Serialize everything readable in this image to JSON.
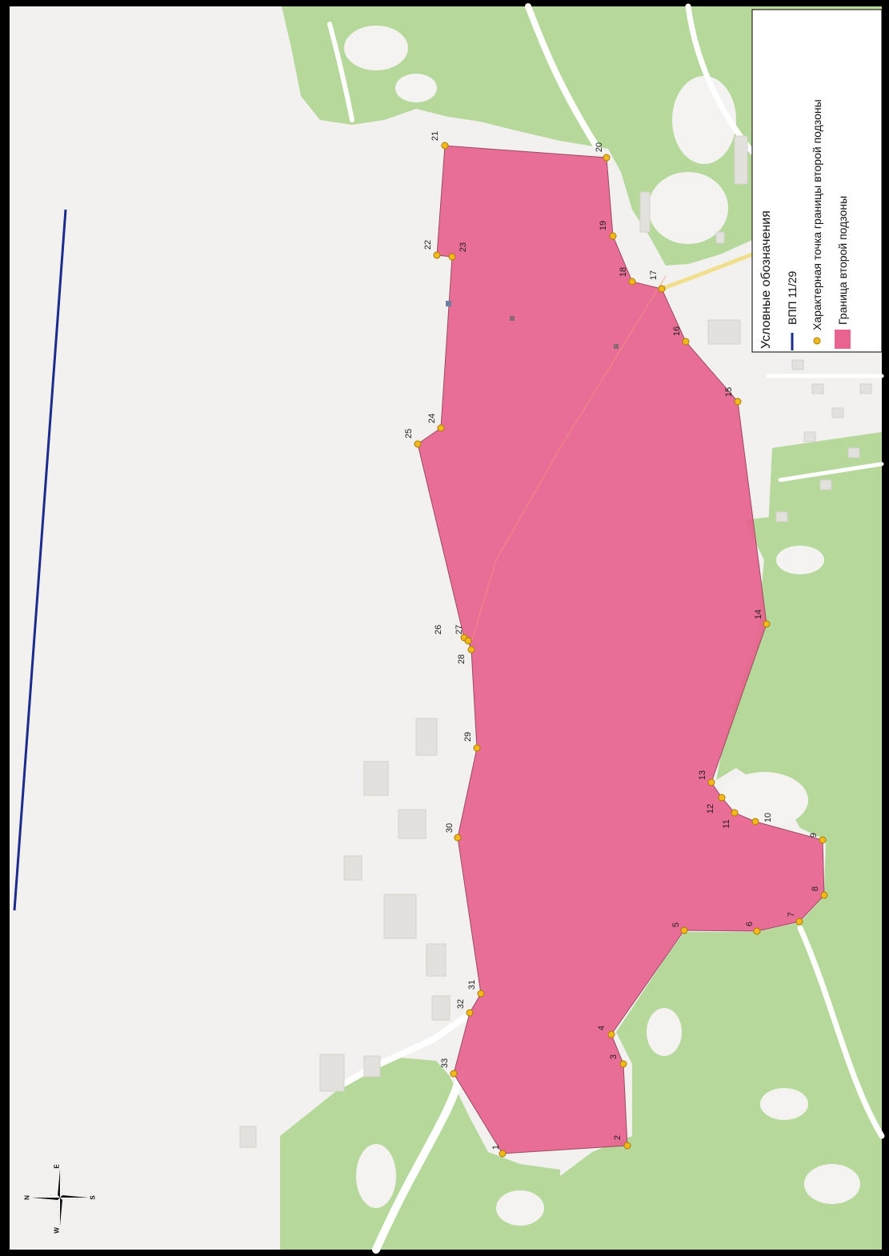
{
  "legend": {
    "title": "Условные обозначения",
    "runway_label": "ВПП 11/29",
    "point_label": "Характерная точка границы второй подзоны",
    "zone_label": "Граница второй подзоны"
  },
  "boundary_points": [
    "1",
    "2",
    "3",
    "4",
    "5",
    "6",
    "7",
    "8",
    "9",
    "10",
    "11",
    "12",
    "13",
    "14",
    "15",
    "16",
    "17",
    "18",
    "19",
    "20",
    "21",
    "22",
    "23",
    "24",
    "25",
    "26",
    "27",
    "28",
    "29",
    "30",
    "31",
    "32",
    "33"
  ],
  "compass": {
    "north": "N",
    "east": "E",
    "south": "S",
    "west": "W"
  },
  "colors": {
    "runway": "#1b2c8c",
    "point": "#f4b81a",
    "zone": "#e8638f",
    "forest": "#b6d89a",
    "background": "#f2f1ef",
    "road_major": "#f1df8c"
  }
}
